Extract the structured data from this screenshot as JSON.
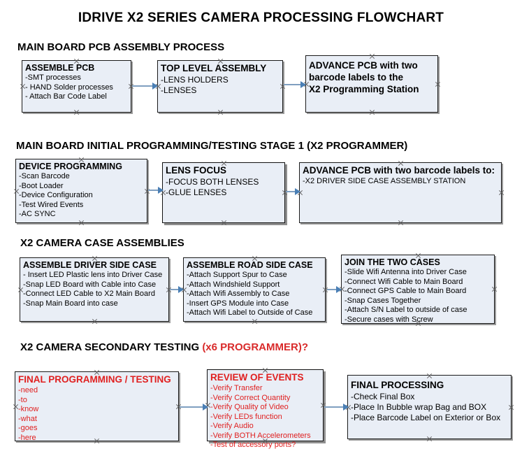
{
  "document": {
    "title": "IDRIVE X2  SERIES CAMERA PROCESSING FLOWCHART"
  },
  "sections": [
    {
      "id": "main-board-pcb-assembly",
      "heading": "MAIN BOARD PCB ASSEMBLY PROCESS",
      "heading_accent": "",
      "nodes": [
        {
          "id": "assemble-pcb",
          "title": "ASSEMBLE PCB",
          "lines": [
            "-SMT processes",
            "- HAND Solder processes",
            "- Attach Bar Code Label"
          ]
        },
        {
          "id": "top-level-assembly",
          "title": "TOP LEVEL ASSEMBLY",
          "lines": [
            "-LENS HOLDERS",
            "-LENSES"
          ]
        },
        {
          "id": "advance-pcb-x2-programming-station",
          "title": "ADVANCE PCB with two",
          "title_line2": "barcode labels to the",
          "title_line3": " X2 Programming Station",
          "lines": []
        }
      ]
    },
    {
      "id": "main-board-initial-programming",
      "heading": "MAIN BOARD INITIAL PROGRAMMING/TESTING STAGE 1 (X2 PROGRAMMER)",
      "heading_accent": "",
      "nodes": [
        {
          "id": "device-programming",
          "title": "DEVICE PROGRAMMING",
          "lines": [
            "-Scan Barcode",
            "-Boot Loader",
            "-Device Configuration",
            "-Test Wired Events",
            "-AC SYNC"
          ]
        },
        {
          "id": "lens-focus",
          "title": "LENS FOCUS",
          "lines": [
            "-FOCUS BOTH LENSES",
            "-GLUE LENSES"
          ]
        },
        {
          "id": "advance-pcb-driver-side-case",
          "title": "ADVANCE PCB with two barcode labels to:",
          "lines": [
            "-X2 DRIVER  SIDE  CASE  ASSEMBLY STATION"
          ]
        }
      ]
    },
    {
      "id": "x2-camera-case-assemblies",
      "heading": "X2 CAMERA CASE ASSEMBLIES",
      "heading_accent": "",
      "nodes": [
        {
          "id": "assemble-driver-side-case",
          "title": "ASSEMBLE DRIVER SIDE CASE",
          "lines": [
            "- Insert LED Plastic lens into Driver Case",
            "-Snap LED Board with Cable into Case",
            "-Connect LED Cable to X2 Main Board",
            "-Snap Main Board into case"
          ]
        },
        {
          "id": "assemble-road-side-case",
          "title": "ASSEMBLE ROAD SIDE CASE",
          "lines": [
            "-Attach Support Spur to Case",
            "-Attach Windshield Support",
            "-Attach Wifi Assembly to Case",
            "-Insert GPS Module into Case",
            "-Attach Wifi Label to Outside of Case"
          ]
        },
        {
          "id": "join-the-two-cases",
          "title": "JOIN THE TWO CASES",
          "lines": [
            "-Slide Wifi Antenna into Driver Case",
            "-Connect Wifi Cable to Main Board",
            "-Connect GPS Cable to Main Board",
            "-Snap Cases Together",
            "-Attach S/N Label to outside of case",
            "-Secure cases with Screw"
          ]
        }
      ]
    },
    {
      "id": "x2-camera-secondary-testing",
      "heading": "X2 CAMERA SECONDARY TESTING ",
      "heading_accent": "(x6 PROGRAMMER)?",
      "nodes": [
        {
          "id": "final-programming-testing",
          "title": "FINAL PROGRAMMING / TESTING",
          "lines": [
            "-need",
            "-to",
            "-know",
            "-what",
            "-goes",
            "-here"
          ]
        },
        {
          "id": "review-of-events",
          "title": "REVIEW OF EVENTS",
          "lines": [
            "-Verify Transfer",
            "-Verify Correct Quantity",
            "-Verify Quality of Video",
            "-Verify LEDs function",
            "-Verify Audio",
            "-Verify BOTH Accelerometers",
            "-Test of accessory ports?"
          ]
        },
        {
          "id": "final-processing",
          "title": "FINAL PROCESSING",
          "lines": [
            " -Check Final Box",
            "-Place In Bubble wrap Bag and BOX",
            "-Place Barcode Label on Exterior or Box"
          ]
        }
      ]
    }
  ],
  "colors": {
    "box_fill": "#e9eef6",
    "box_border": "#1a1a1a",
    "box_shadow": "#9a9a9a",
    "connector": "#7f9fc0",
    "arrow_head": "#4a7fb5",
    "text": "#000000",
    "accent_red": "#e02020",
    "handle": "#5f5f5f"
  }
}
